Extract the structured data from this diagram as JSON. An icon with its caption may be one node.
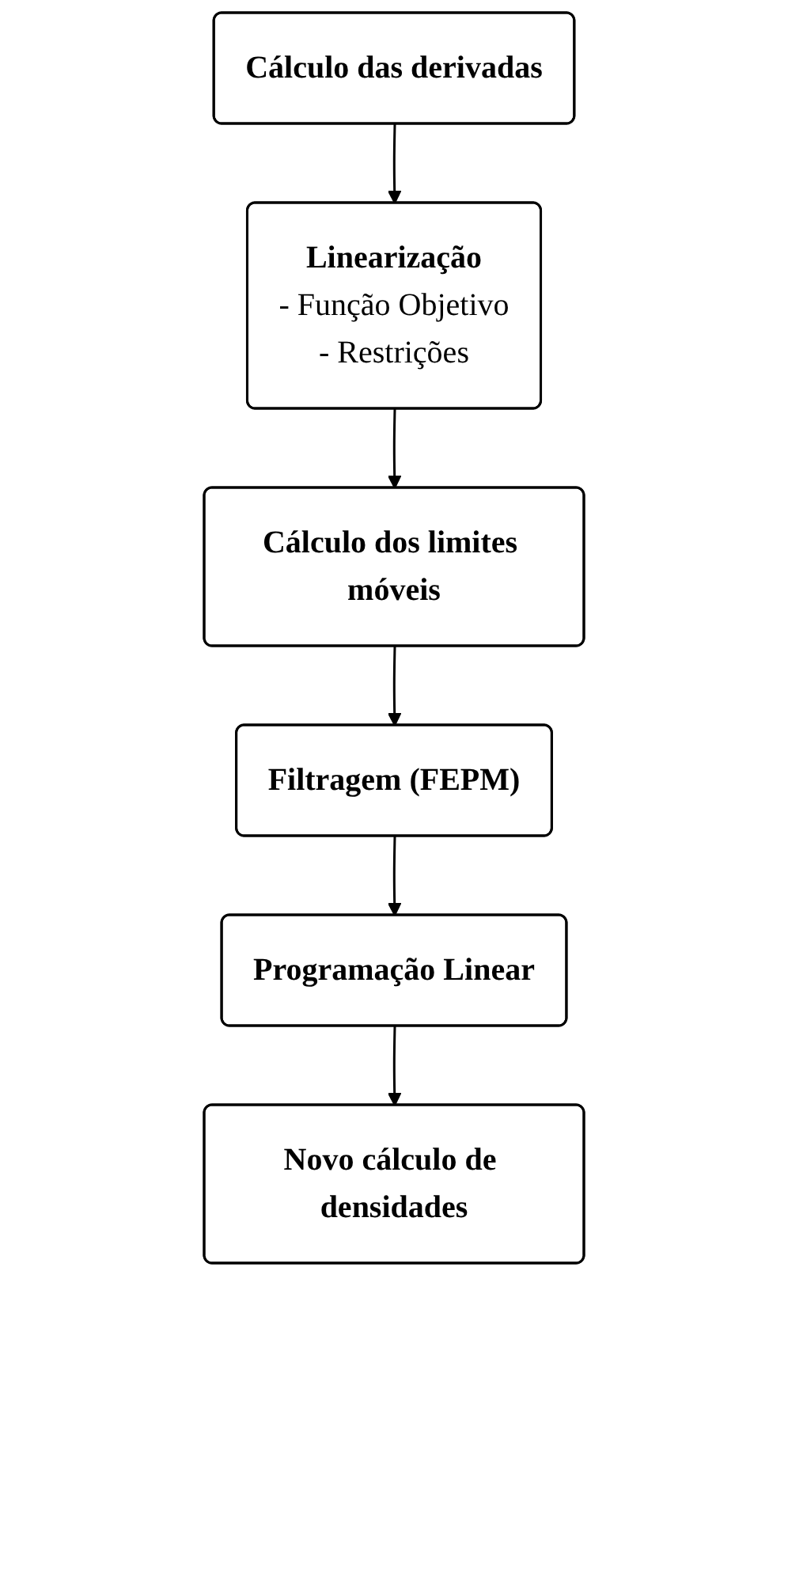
{
  "diagram": {
    "nodes": [
      {
        "text": [
          "Cálculo das derivadas"
        ]
      },
      {
        "text": [
          "Linearização",
          "- Função Objetivo",
          "- Restrições"
        ]
      },
      {
        "text": [
          "Cálculo dos limites móveis"
        ]
      },
      {
        "text": [
          "Filtragem (FEPM)"
        ]
      },
      {
        "text": [
          "Programação Linear"
        ]
      },
      {
        "text": [
          "Novo cálculo de densidades"
        ]
      }
    ],
    "edges": [
      {
        "from": 0,
        "to": 1,
        "arrow": "to"
      },
      {
        "from": 1,
        "to": 2,
        "arrow": "to"
      },
      {
        "from": 2,
        "to": 3,
        "arrow": "to"
      },
      {
        "from": 3,
        "to": 4,
        "arrow": "to"
      },
      {
        "from": 4,
        "to": 5,
        "arrow": "to"
      }
    ]
  }
}
